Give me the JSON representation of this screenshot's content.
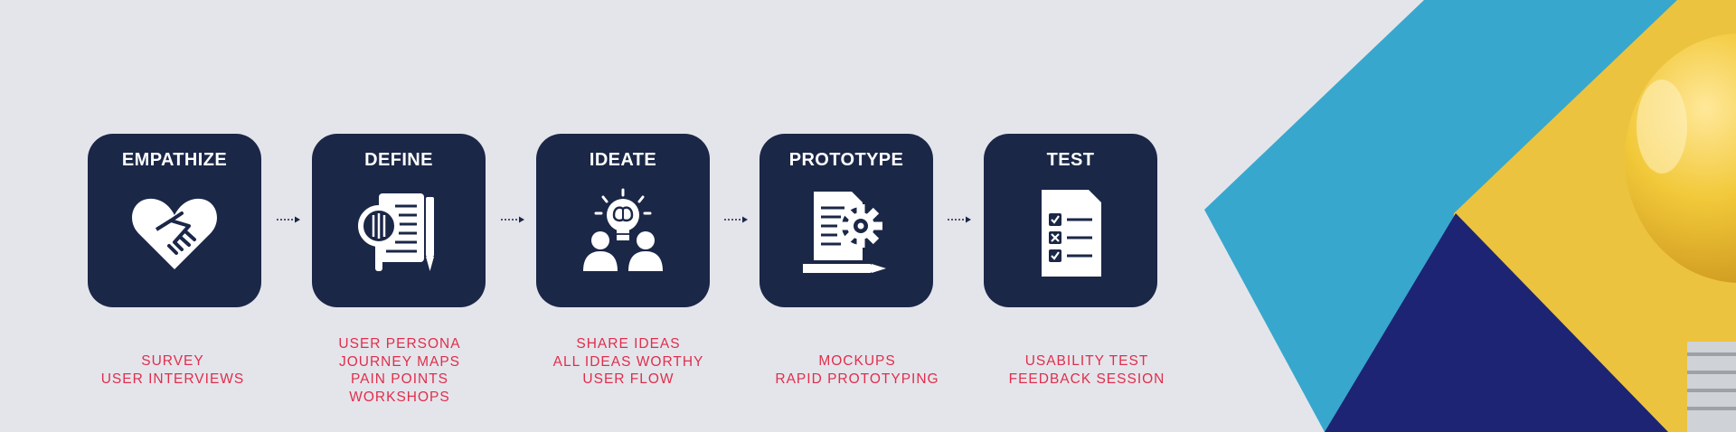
{
  "colors": {
    "background": "#e4e5eb",
    "step_box": "#1b2747",
    "step_title": "#ffffff",
    "description_text": "#e02e4c",
    "arrow": "#1b2747",
    "accent_cyan": "#38a7cd",
    "accent_yellow": "#ecc33f",
    "accent_navy": "#1d2473"
  },
  "steps": [
    {
      "title": "EMPATHIZE",
      "icon": "handshake-heart-icon",
      "items": [
        "SURVEY",
        "USER INTERVIEWS"
      ]
    },
    {
      "title": "DEFINE",
      "icon": "magnifier-document-icon",
      "items": [
        "USER PERSONA",
        "JOURNEY MAPS",
        "PAIN POINTS",
        "WORKSHOPS"
      ]
    },
    {
      "title": "IDEATE",
      "icon": "brain-lightbulb-people-icon",
      "items": [
        "SHARE IDEAS",
        "ALL IDEAS WORTHY",
        "USER FLOW"
      ]
    },
    {
      "title": "PROTOTYPE",
      "icon": "document-gear-pencil-icon",
      "items": [
        "MOCKUPS",
        "RAPID PROTOTYPING"
      ]
    },
    {
      "title": "TEST",
      "icon": "checklist-icon",
      "items": [
        "USABILITY TEST",
        "FEEDBACK SESSION"
      ]
    }
  ]
}
